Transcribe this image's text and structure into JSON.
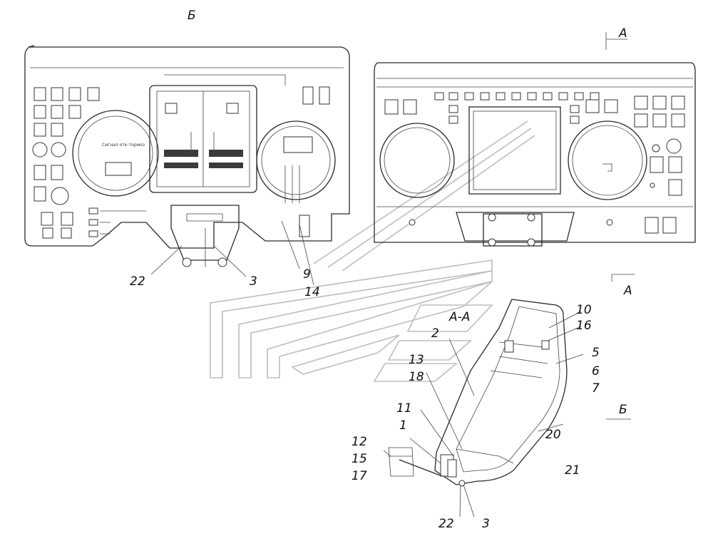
{
  "title": "",
  "view_labels": {
    "view_b": "Б",
    "section_a_top": "А",
    "section_a_bottom": "А",
    "section_aa": "А-А",
    "arrow_b": "Б"
  },
  "callouts_rear_view": [
    "22",
    "3",
    "9",
    "14"
  ],
  "callouts_section": [
    "10",
    "16",
    "5",
    "6",
    "7",
    "2",
    "13",
    "18",
    "11",
    "1",
    "12",
    "15",
    "17",
    "20",
    "21",
    "22",
    "3"
  ],
  "panel_small_text": "Сигнал отк-тормоз"
}
